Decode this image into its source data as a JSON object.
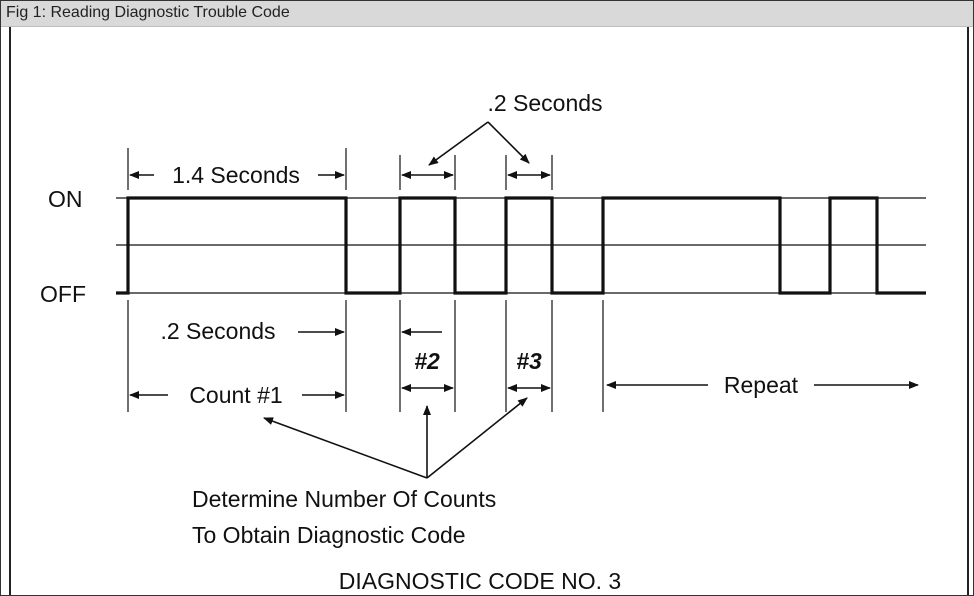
{
  "figure": {
    "caption": "Fig 1: Reading Diagnostic Trouble Code"
  },
  "diagram": {
    "level_on": "ON",
    "level_off": "OFF",
    "pulse_duration_label": "1.4 Seconds",
    "short_pulse_label": ".2 Seconds",
    "gap_label": ".2 Seconds",
    "count_1_label": "Count #1",
    "count_2_label": "#2",
    "count_3_label": "#3",
    "repeat_label": "Repeat",
    "note_line_1": "Determine Number Of Counts",
    "note_line_2": "To Obtain Diagnostic Code",
    "title": "DIAGNOSTIC CODE NO. 3"
  },
  "colors": {
    "ink": "#111111",
    "header_bg": "#d9d9d9"
  }
}
